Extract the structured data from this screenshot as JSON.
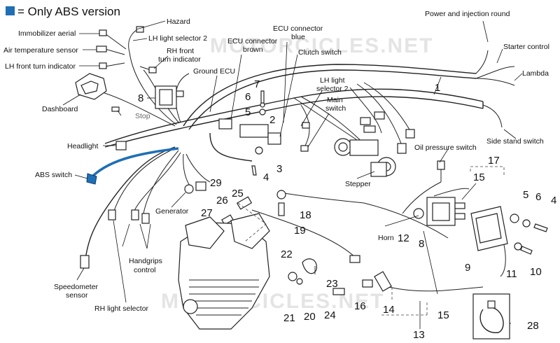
{
  "legend": {
    "text": "= Only ABS version",
    "color": "#1f6fb5"
  },
  "watermark": "MOTORCICLES.NET",
  "labels": {
    "hazard": "Hazard",
    "immobilizer_aerial": "Immobilizer aerial",
    "air_temp_sensor": "Air temperature sensor",
    "lh_front_turn": "LH front turn indicator",
    "lh_light_selector_2_left": "LH light selector 2",
    "rh_front_turn_1": "RH front",
    "rh_front_turn_2": "turn indicator",
    "ecu_brown_1": "ECU connector",
    "ecu_brown_2": "brown",
    "ecu_blue_1": "ECU connector",
    "ecu_blue_2": "blue",
    "clutch_switch": "Clutch switch",
    "ground_ecu": "Ground ECU",
    "lh_light_selector_2_mid_1": "LH light",
    "lh_light_selector_2_mid_2": "selector 2",
    "main_switch_1": "Main",
    "main_switch_2": "switch",
    "power_injection": "Power and injection round",
    "starter_control": "Starter control",
    "lambda": "Lambda",
    "side_stand": "Side stand switch",
    "dashboard": "Dashboard",
    "stop": "Stop",
    "headlight": "Headlight",
    "abs_switch": "ABS switch",
    "generator": "Generator",
    "oil_pressure": "Oil pressure switch",
    "stepper": "Stepper",
    "horn": "Horn",
    "handgrips_1": "Handgrips",
    "handgrips_2": "control",
    "speedometer_1": "Speedometer",
    "speedometer_2": "sensor",
    "rh_light_selector": "RH light selector"
  },
  "callouts": {
    "n1": "1",
    "n2": "2",
    "n3": "3",
    "n4": "4",
    "n5": "5",
    "n6": "6",
    "n7": "7",
    "n8": "8",
    "n4r": "4",
    "n5r": "5",
    "n6r": "6",
    "n8r": "8",
    "n9": "9",
    "n10": "10",
    "n11": "11",
    "n12": "12",
    "n13": "13",
    "n14": "14",
    "n15a": "15",
    "n15b": "15",
    "n16": "16",
    "n17": "17",
    "n18": "18",
    "n19": "19",
    "n20": "20",
    "n21": "21",
    "n22": "22",
    "n23": "23",
    "n24": "24",
    "n25": "25",
    "n26": "26",
    "n27": "27",
    "n28": "28",
    "n29": "29"
  }
}
